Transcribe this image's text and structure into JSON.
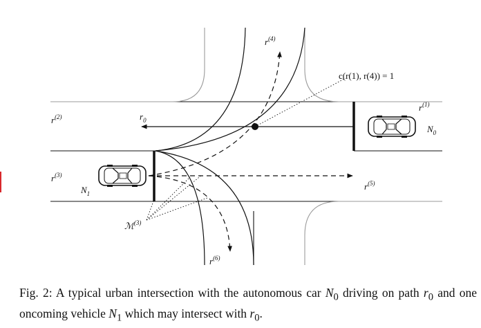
{
  "labels": {
    "r1": "r",
    "r1_sup": "(1)",
    "r2": "r",
    "r2_sup": "(2)",
    "r3": "r",
    "r3_sup": "(3)",
    "r4": "r",
    "r4_sup": "(4)",
    "r5": "r",
    "r5_sup": "(5)",
    "r6": "r",
    "r6_sup": "(6)",
    "r0": "r",
    "r0_sub": "0",
    "N0": "N",
    "N0_sub": "0",
    "N1": "N",
    "N1_sub": "1",
    "M3": "ℳ",
    "M3_sup": "(3)",
    "conflict": "c(r(1), r(4)) = 1"
  },
  "caption": {
    "prefix": "Fig. 2: A typical urban intersection with the autonomous car",
    "car": "N",
    "car_sub": "0",
    "mid1": "driving on path",
    "path": "r",
    "path_sub": "0",
    "mid2": "and one oncoming vehicle",
    "veh": "N",
    "veh_sub": "1",
    "mid3": "which may intersect with",
    "end": "r",
    "end_sub": "0",
    "tail": "."
  },
  "colors": {
    "lines": "#111111",
    "curb_gray": "#9a9a9a",
    "marker": "#d8282c"
  }
}
